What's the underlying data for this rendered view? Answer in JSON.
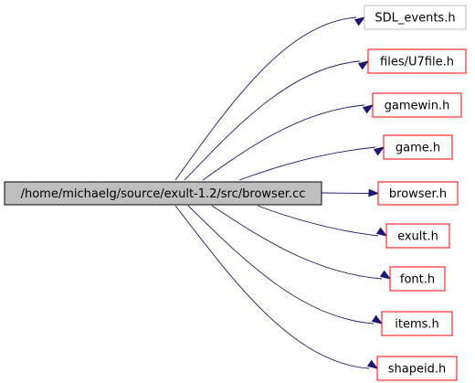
{
  "source": {
    "label": "/home/michaelg/source/exult-1.2/src/browser.cc",
    "fill": "#bfbfbf",
    "border": "#000000"
  },
  "targets": [
    {
      "label": "SDL_events.h",
      "border": "#bfbfbf"
    },
    {
      "label": "files/U7file.h",
      "border": "#ff0000"
    },
    {
      "label": "gamewin.h",
      "border": "#ff0000"
    },
    {
      "label": "game.h",
      "border": "#ff0000"
    },
    {
      "label": "browser.h",
      "border": "#ff0000"
    },
    {
      "label": "exult.h",
      "border": "#ff0000"
    },
    {
      "label": "font.h",
      "border": "#ff0000"
    },
    {
      "label": "items.h",
      "border": "#ff0000"
    },
    {
      "label": "shapeid.h",
      "border": "#ff0000"
    }
  ],
  "edge_color": "#191970"
}
